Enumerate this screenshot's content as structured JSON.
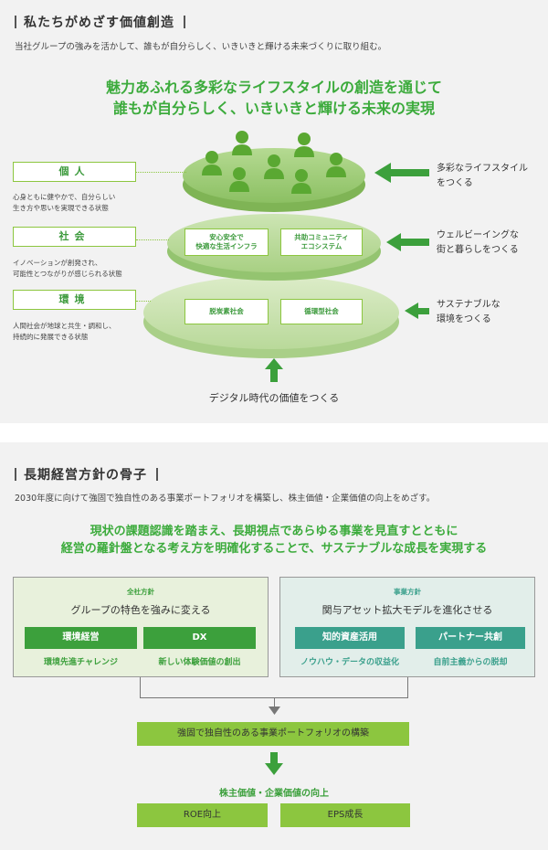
{
  "section1": {
    "title": "私たちがめざす価値創造",
    "description": "当社グループの強みを活かして、誰もが自分らしく、いきいきと輝ける未来づくりに取り組む。",
    "headline_line1": "魅力あふれる多彩なライフスタイルの創造を通じて",
    "headline_line2": "誰もが自分らしく、いきいきと輝ける未来の実現",
    "left_items": [
      {
        "label": "個人",
        "desc1": "心身ともに健やかで、自分らしい",
        "desc2": "生き方や思いを実現できる状態"
      },
      {
        "label": "社会",
        "desc1": "イノベーションが創発され、",
        "desc2": "可能性とつながりが感じられる状態"
      },
      {
        "label": "環境",
        "desc1": "人間社会が地球と共生・調和し、",
        "desc2": "持続的に発展できる状態"
      }
    ],
    "tier2_tags": [
      "安心安全で快適な生活インフラ",
      "共助コミュニティエコシステム"
    ],
    "tier2_tag_lines": [
      [
        "安心安全で",
        "快適な生活インフラ"
      ],
      [
        "共助コミュニティ",
        "エコシステム"
      ]
    ],
    "tier3_tags": [
      "脱炭素社会",
      "循環型社会"
    ],
    "right_items": [
      {
        "line1": "多彩なライフスタイル",
        "line2": "をつくる"
      },
      {
        "line1": "ウェルビーイングな",
        "line2": "街と暮らしをつくる"
      },
      {
        "line1": "サステナブルな",
        "line2": "環境をつくる"
      }
    ],
    "bottom_text": "デジタル時代の価値をつくる",
    "colors": {
      "accent": "#3cab3c",
      "light_green": "#8cc63f"
    }
  },
  "section2": {
    "title": "長期経営方針の骨子",
    "description": "2030年度に向けて強固で独自性のある事業ポートフォリオを構築し、株主価値・企業価値の向上をめざす。",
    "headline_line1": "現状の課題認識を踏まえ、長期視点であらゆる事業を見直すとともに",
    "headline_line2": "経営の羅針盤となる考え方を明確化することで、サステナブルな成長を実現する",
    "company_policy": {
      "label": "全社方針",
      "title": "グループの特色を強みに変える",
      "buttons": [
        "環境経営",
        "DX"
      ],
      "captions": [
        "環境先進チャレンジ",
        "新しい体験価値の創出"
      ],
      "color": "#3ca03c",
      "bg": "#e8f1dc"
    },
    "business_policy": {
      "label": "事業方針",
      "title": "関与アセット拡大モデルを進化させる",
      "buttons": [
        "知的資産活用",
        "パートナー共創"
      ],
      "captions": [
        "ノウハウ・データの収益化",
        "自前主義からの脱却"
      ],
      "color": "#3aa08c",
      "bg": "#e2eeea"
    },
    "portfolio": "強固で独自性のある事業ポートフォリオの構築",
    "value_title": "株主価値・企業価値の向上",
    "kpis": [
      "ROE向上",
      "EPS成長"
    ]
  }
}
